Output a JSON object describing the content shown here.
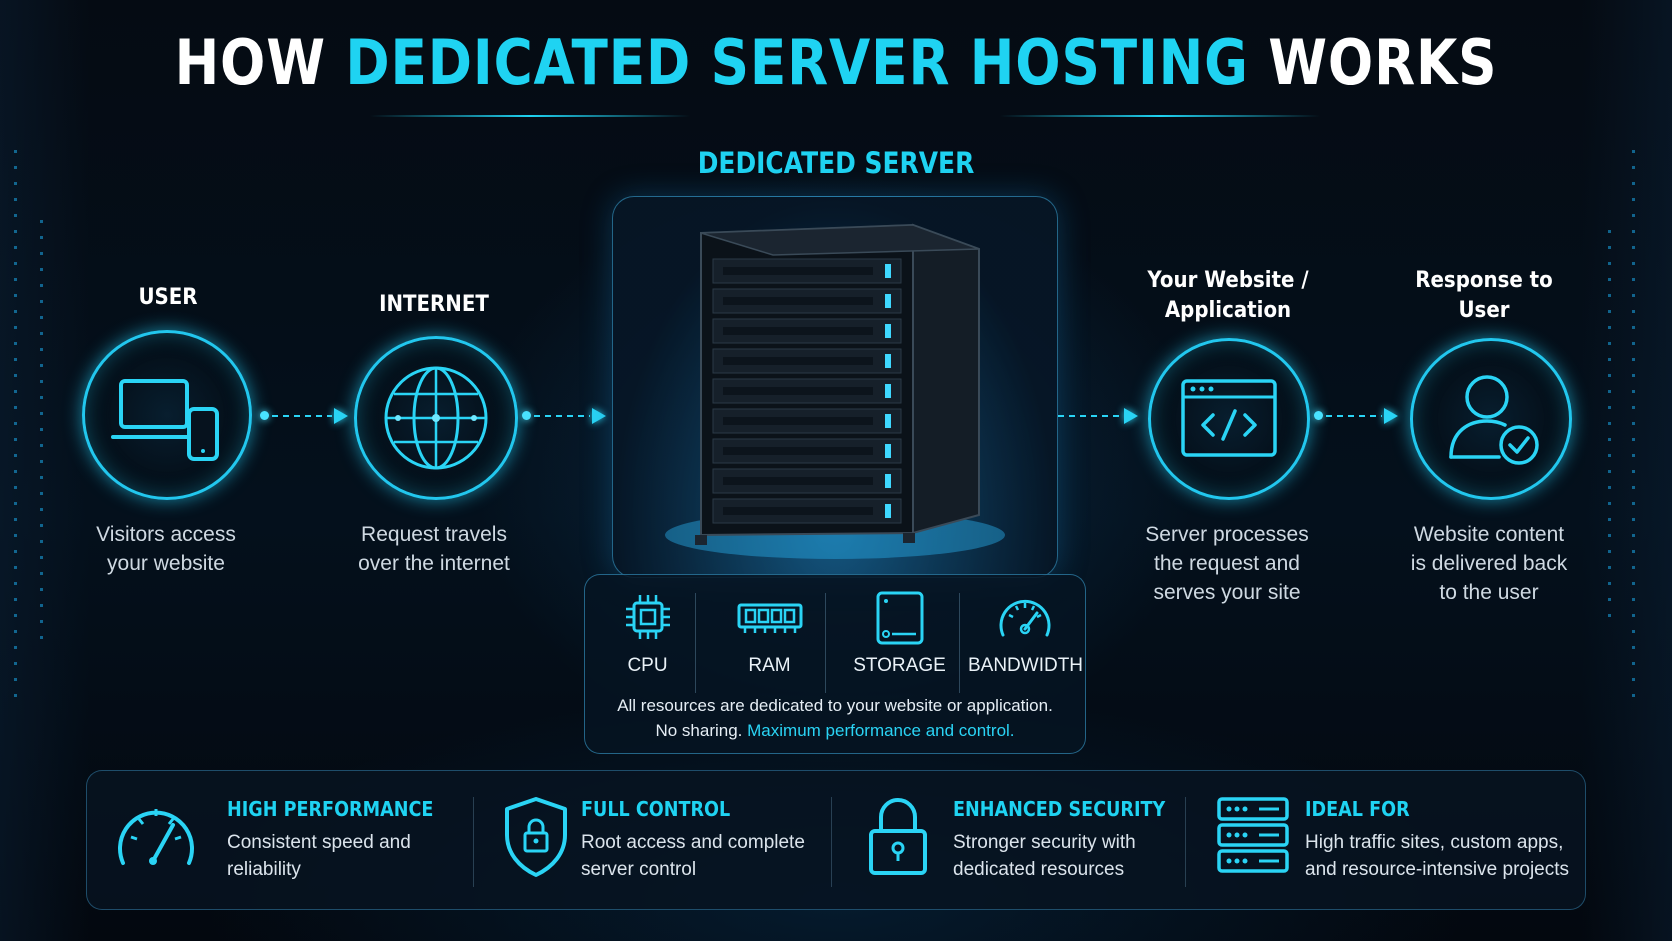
{
  "title": {
    "part1": "HOW ",
    "highlight": "DEDICATED SERVER HOSTING",
    "part2": " WORKS"
  },
  "colors": {
    "accent": "#1fd3f2",
    "background": "#03080f",
    "text": "#ffffff"
  },
  "steps": [
    {
      "label": "USER",
      "icon": "laptop-phone-icon",
      "desc_line1": "Visitors access",
      "desc_line2": "your website"
    },
    {
      "label": "INTERNET",
      "icon": "globe-icon",
      "desc_line1": "Request travels",
      "desc_line2": "over the internet"
    },
    {
      "label_line1": "Your Website /",
      "label_line2": "Application",
      "icon": "code-window-icon",
      "desc_line1": "Server processes",
      "desc_line2": "the request and",
      "desc_line3": "serves your site"
    },
    {
      "label_line1": "Response to",
      "label_line2": "User",
      "icon": "user-check-icon",
      "desc_line1": "Website content",
      "desc_line2": "is delivered back",
      "desc_line3": "to the user"
    }
  ],
  "server": {
    "heading": "DEDICATED SERVER",
    "icon": "server-rack-icon",
    "resources": [
      {
        "label": "CPU",
        "icon": "cpu-icon"
      },
      {
        "label": "RAM",
        "icon": "ram-icon"
      },
      {
        "label": "STORAGE",
        "icon": "storage-icon"
      },
      {
        "label": "BANDWIDTH",
        "icon": "gauge-icon"
      }
    ],
    "note_line1": "All resources are dedicated to your website or application.",
    "note_line2_plain": "No sharing. ",
    "note_line2_highlight": "Maximum performance and control."
  },
  "features": [
    {
      "title": "HIGH PERFORMANCE",
      "icon": "speedometer-icon",
      "desc_line1": "Consistent speed and",
      "desc_line2": "reliability"
    },
    {
      "title": "FULL CONTROL",
      "icon": "shield-lock-icon",
      "desc_line1": "Root access and complete",
      "desc_line2": "server control"
    },
    {
      "title": "ENHANCED SECURITY",
      "icon": "padlock-icon",
      "desc_line1": "Stronger security with",
      "desc_line2": "dedicated resources"
    },
    {
      "title": "IDEAL FOR",
      "icon": "server-stack-icon",
      "desc_line1": "High traffic sites, custom apps,",
      "desc_line2": "and resource-intensive projects"
    }
  ]
}
